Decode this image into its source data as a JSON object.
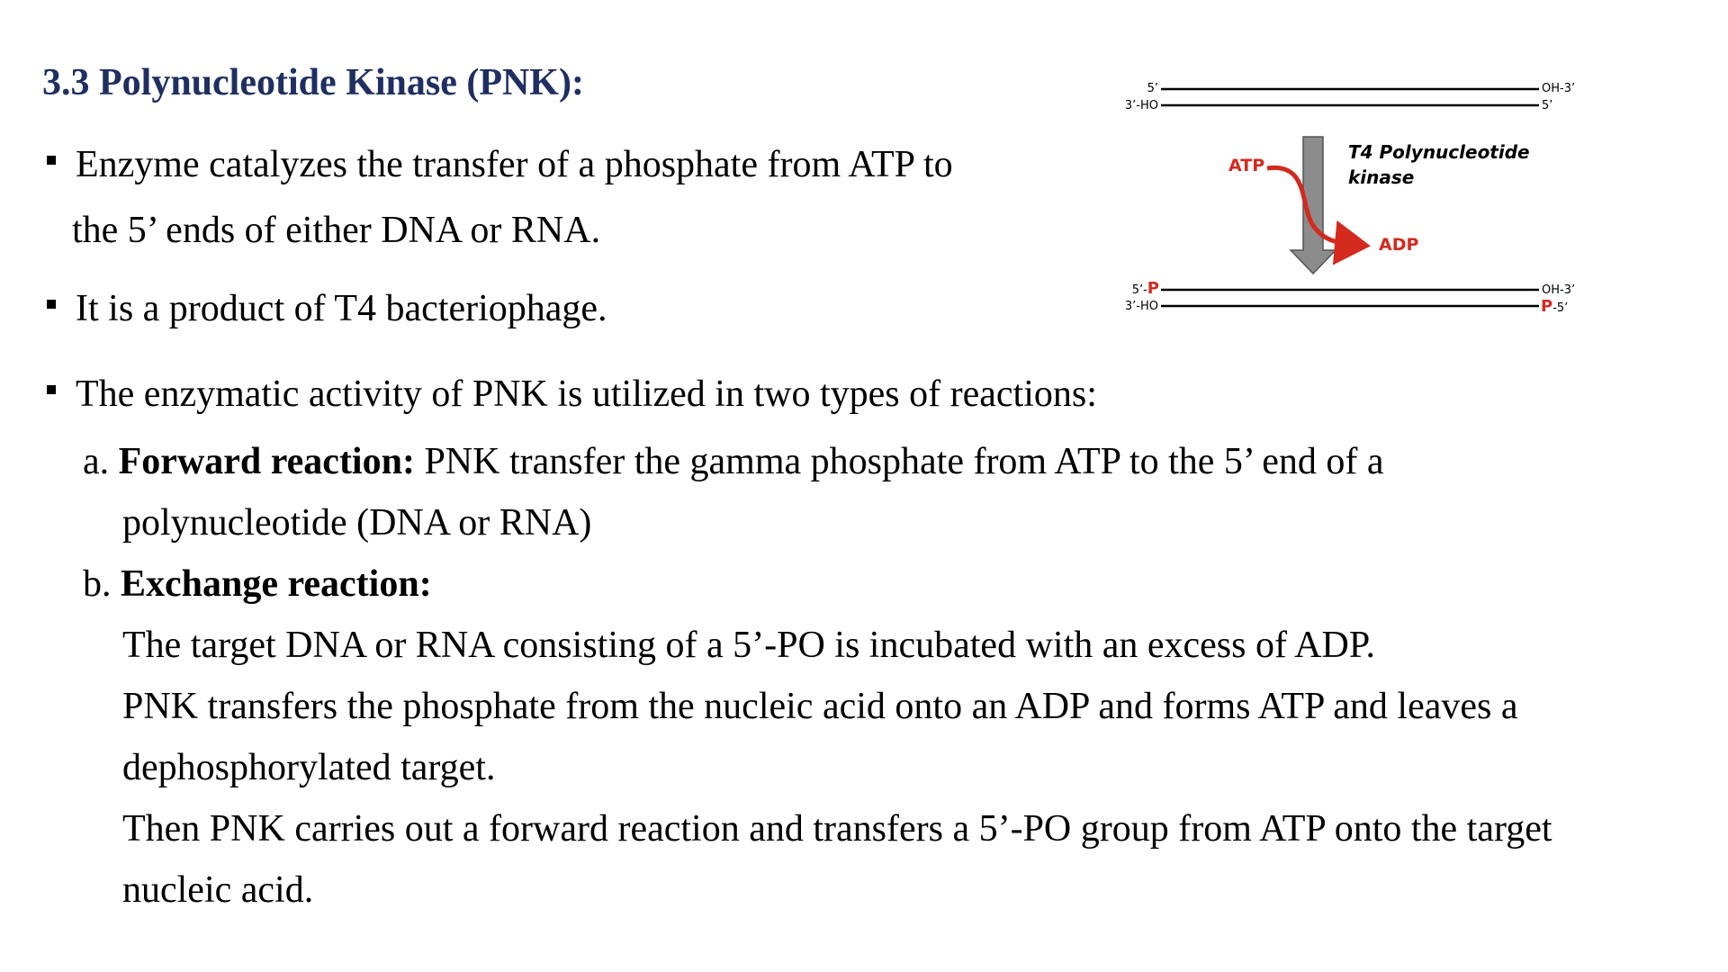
{
  "title": "3.3 Polynucleotide Kinase (PNK):",
  "bullets": [
    {
      "line1": "Enzyme catalyzes the transfer of a phosphate from  ATP to",
      "line2": "the 5’ ends of either DNA or RNA."
    },
    {
      "line1": "It is a product of T4 bacteriophage."
    },
    {
      "line1": "The enzymatic activity of PNK is utilized in two types of reactions:"
    }
  ],
  "reactions": {
    "a": {
      "marker": "a.",
      "label": "Forward reaction:",
      "text": " PNK transfer the gamma phosphate from ATP to the 5’ end of a",
      "cont": "polynucleotide (DNA or RNA)"
    },
    "b": {
      "marker": "b.",
      "label": "Exchange reaction:",
      "lines": [
        "The target DNA or RNA consisting of a 5’-PO is incubated with an excess of  ADP.",
        "PNK transfers the phosphate from the nucleic acid onto an ADP and forms ATP and leaves a",
        "dephosphorylated target.",
        "Then PNK carries out a forward reaction and transfers a 5’-PO group from ATP onto the target",
        "nucleic acid."
      ]
    }
  },
  "diagram": {
    "top_strand": {
      "left_top": "5’",
      "left_bottom": "3’-HO",
      "right_top": "OH-3’",
      "right_bottom": "5’"
    },
    "bottom_strand": {
      "left_top_prefix": "5’-",
      "left_top_p": "P",
      "left_bottom": "3’-HO",
      "right_top": "OH-3’",
      "right_bottom_p": "P",
      "right_bottom_suffix": "-5’"
    },
    "atp": "ATP",
    "adp": "ADP",
    "enzyme_line1": "T4 Polynucleotide",
    "enzyme_line2": "kinase",
    "colors": {
      "red": "#d42a1e",
      "arrow_gray": "#8c8c8c"
    }
  }
}
